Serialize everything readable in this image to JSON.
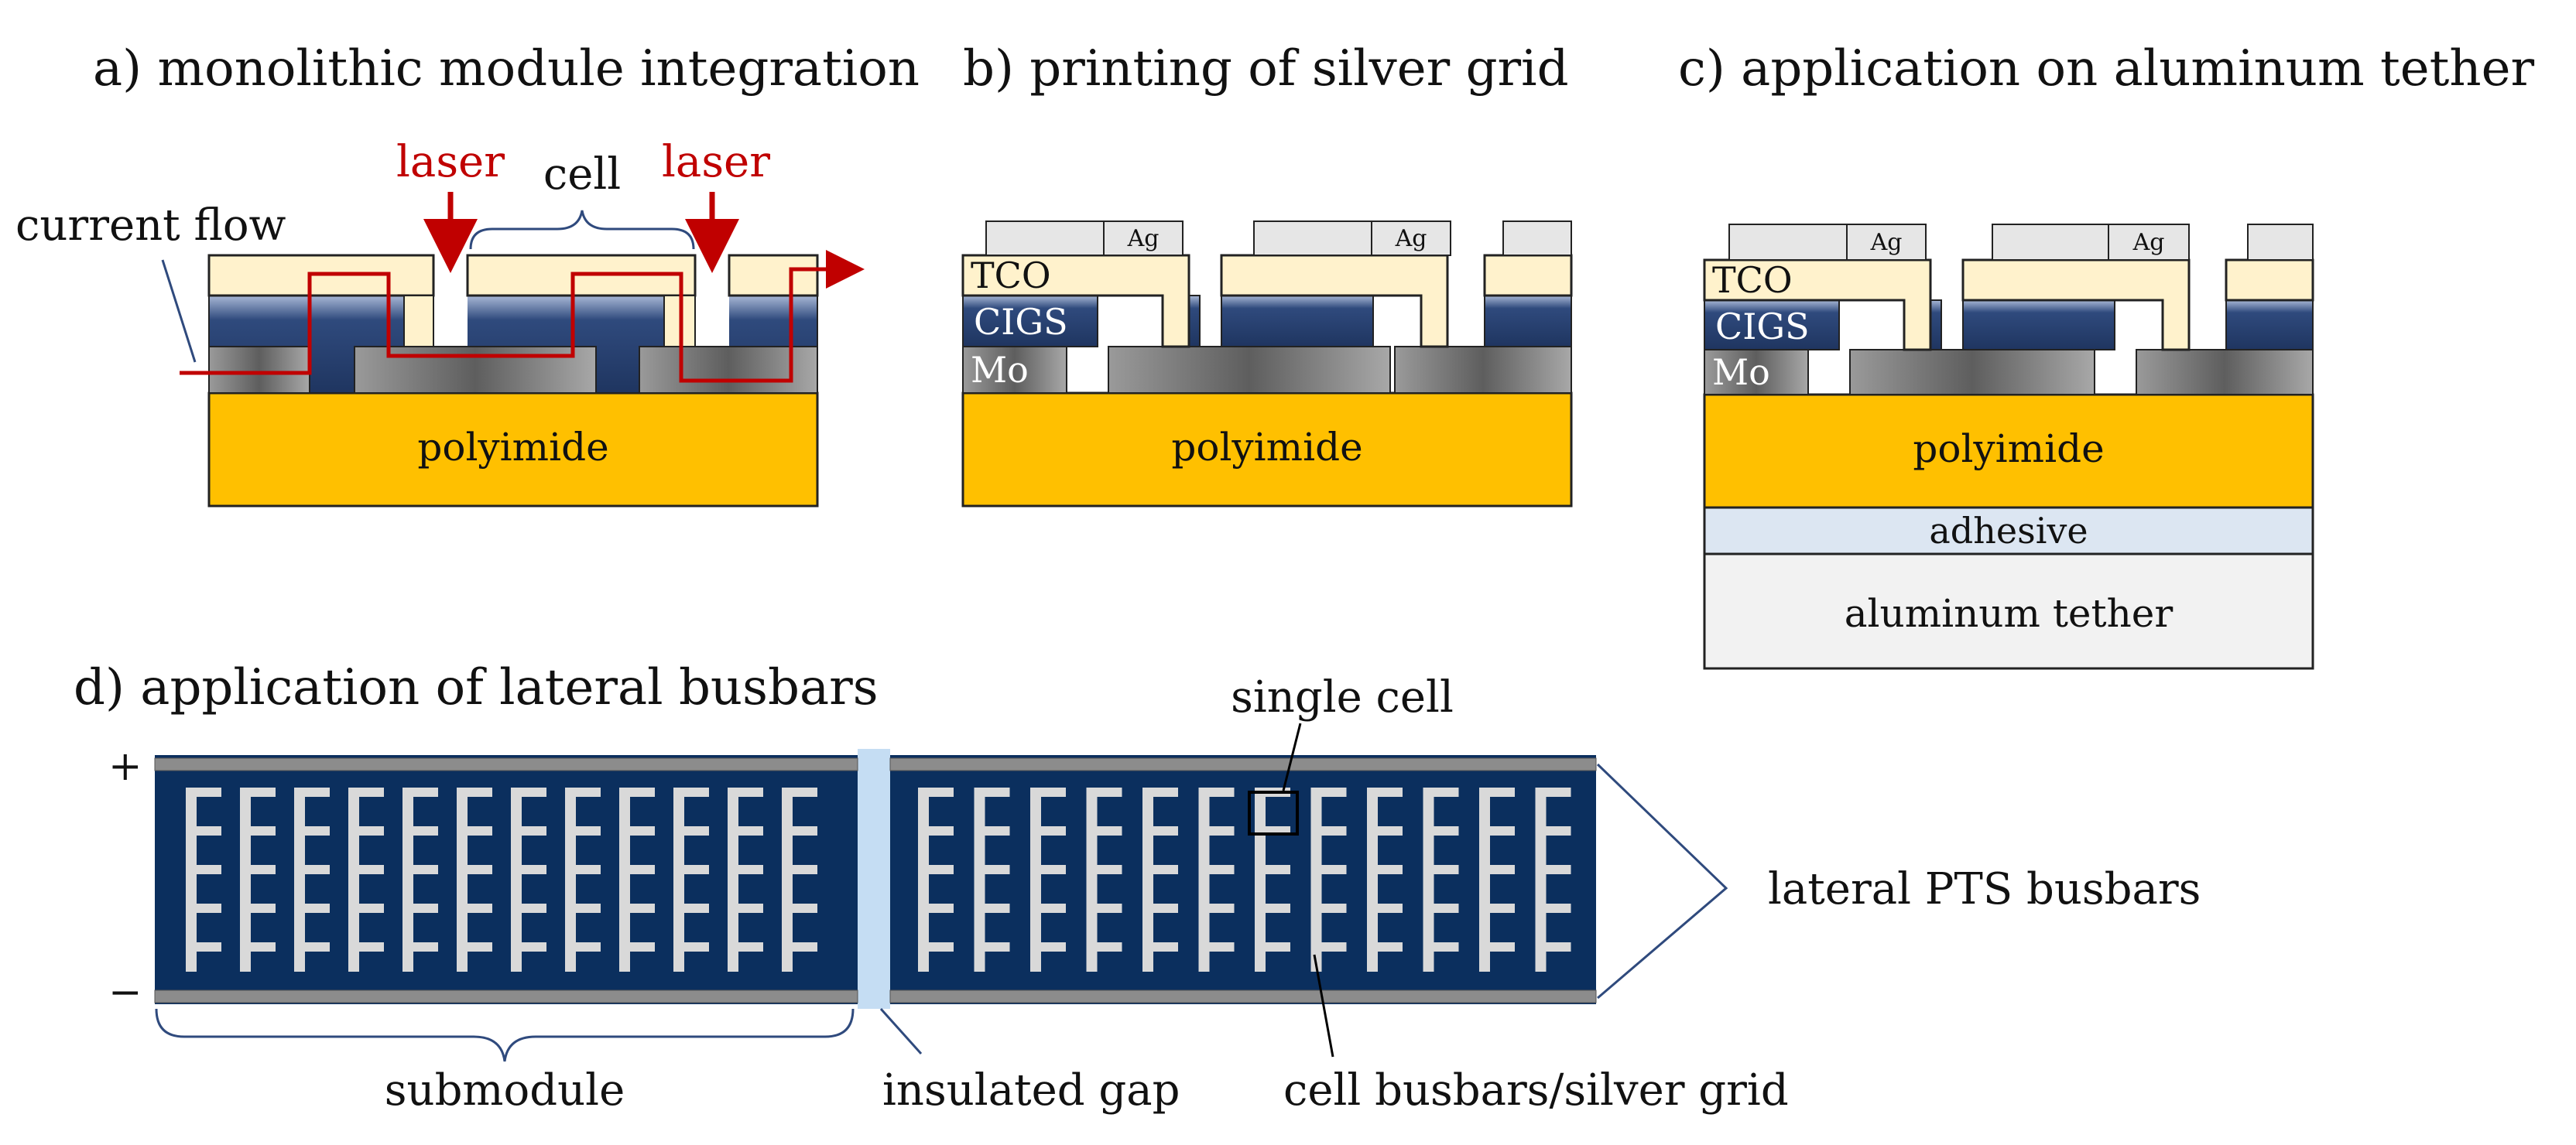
{
  "panels": {
    "a": {
      "title": "a) monolithic module integration",
      "laser": "laser",
      "cell": "cell",
      "current_flow": "current flow",
      "substrate": "polyimide"
    },
    "b": {
      "title": "b) printing of silver grid",
      "ag": "Ag",
      "tco": "TCO",
      "cigs": "CIGS",
      "mo": "Mo",
      "substrate": "polyimide"
    },
    "c": {
      "title": "c) application on aluminum tether",
      "ag": "Ag",
      "tco": "TCO",
      "cigs": "CIGS",
      "mo": "Mo",
      "substrate": "polyimide",
      "adhesive": "adhesive",
      "tether": "aluminum tether"
    },
    "d": {
      "title": "d) application of lateral busbars",
      "plus": "+",
      "minus": "−",
      "single_cell": "single cell",
      "lateral_busbars": "lateral PTS busbars",
      "submodule": "submodule",
      "insulated_gap": "insulated gap",
      "cell_busbars": "cell busbars/silver grid"
    }
  },
  "colors": {
    "polyimide": "#FFC000",
    "tco": "#FFF2CC",
    "cigs": "#2F4A7D",
    "mo": "#8C8C8C",
    "silver": "#E6E6E6",
    "laser": "#C00000",
    "module": "#0B2F5E",
    "gap": "#C5DDF3",
    "adhesive": "#DCE6F2",
    "tether": "#F2F2F2"
  }
}
